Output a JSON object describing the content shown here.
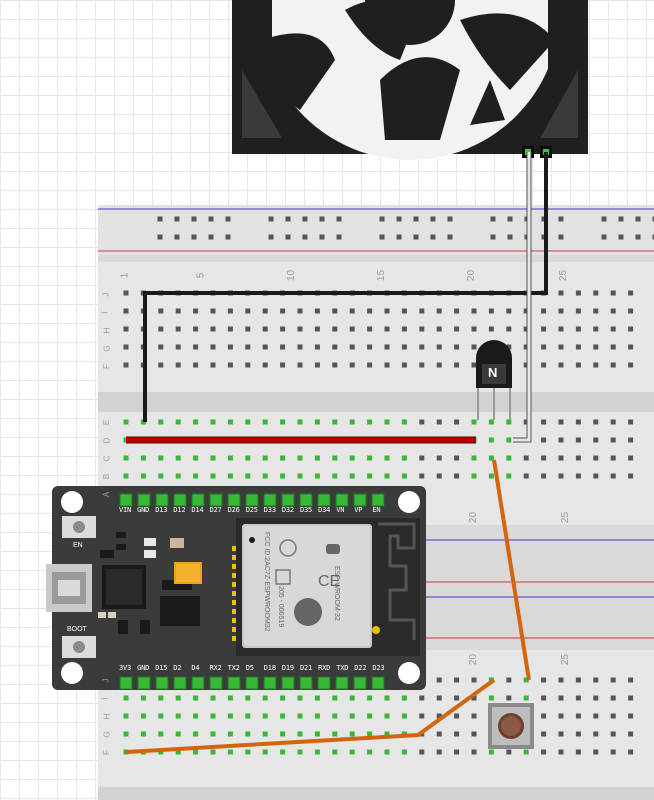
{
  "breadboard_top": {
    "column_numbers": [
      "1",
      "5",
      "10",
      "15",
      "20",
      "25"
    ],
    "row_letters": [
      "J",
      "I",
      "H",
      "G",
      "F",
      "E",
      "D",
      "C",
      "B",
      "A"
    ]
  },
  "breadboard_bottom": {
    "column_numbers": [
      "20",
      "25"
    ],
    "row_letters": [
      "J",
      "I",
      "H",
      "G",
      "F"
    ]
  },
  "esp32": {
    "top_pins": [
      "VIN",
      "GND",
      "D13",
      "D12",
      "D14",
      "D27",
      "D26",
      "D25",
      "D33",
      "D32",
      "D35",
      "D34",
      "VN",
      "VP",
      "EN"
    ],
    "bottom_pins": [
      "3V3",
      "GND",
      "D15",
      "D2",
      "D4",
      "RX2",
      "TX2",
      "D5",
      "D18",
      "D19",
      "D21",
      "RXD",
      "TXD",
      "D22",
      "D23"
    ],
    "button_en": "EN",
    "button_boot": "BOOT",
    "shield_text_1": "FCC ID:2AC7Z-ESPWROOM32",
    "shield_text_2": "ESP-WROOM-32",
    "shield_text_3": "205 - 000519"
  },
  "transistor": {
    "marking": "N"
  },
  "wire_colors": {
    "black": "#1a1a1a",
    "red": "#b40000",
    "white": "#e8e8e8",
    "orange": "#d4650d"
  }
}
